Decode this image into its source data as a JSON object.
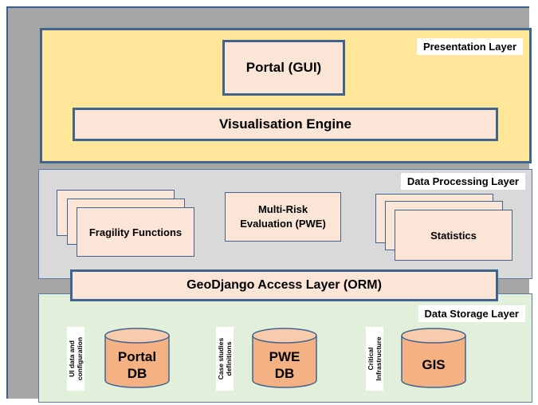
{
  "layers": {
    "presentation": {
      "label": "Presentation Layer",
      "portal_gui": "Portal (GUI)",
      "visualisation_engine": "Visualisation Engine"
    },
    "processing": {
      "label": "Data Processing Layer",
      "fragility_functions": "Fragility Functions",
      "multi_risk_line1": "Multi-Risk",
      "multi_risk_line2": "Evaluation (PWE)",
      "statistics": "Statistics"
    },
    "access": {
      "label": "GeoDjango Access Layer (ORM)"
    },
    "storage": {
      "label": "Data Storage Layer",
      "databases": [
        {
          "side_line1": "UI data and",
          "side_line2": "configuration",
          "name_line1": "Portal",
          "name_line2": "DB"
        },
        {
          "side_line1": "Case studies",
          "side_line2": "definitions",
          "name_line1": "PWE",
          "name_line2": "DB"
        },
        {
          "side_line1": "Critical",
          "side_line2": "Infrastructure",
          "name_line1": "GIS",
          "name_line2": ""
        }
      ],
      "cylinder_fill": "#f4b183",
      "cylinder_stroke": "#41648f"
    }
  }
}
